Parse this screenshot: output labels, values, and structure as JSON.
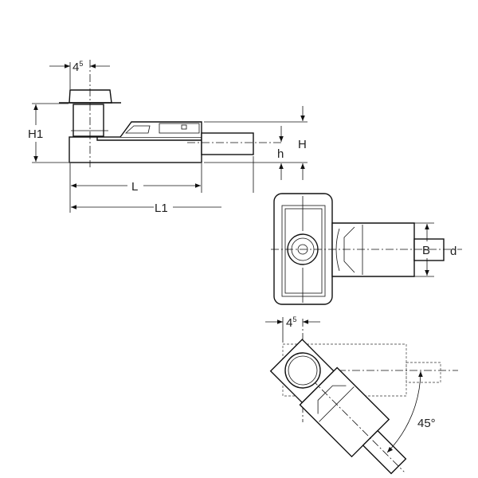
{
  "side_view": {
    "offset_label": "4",
    "offset_sup": "5",
    "h1_label": "H1",
    "l_label": "L",
    "l1_label": "L1",
    "big_h_label": "H",
    "small_h_label": "h"
  },
  "plan_view": {
    "b_label": "B",
    "d_label": "d"
  },
  "rotated_view": {
    "offset_label": "4",
    "offset_sup": "5",
    "angle_label": "45°"
  },
  "colors": {
    "line": "#111111",
    "hidden": "#666666"
  }
}
